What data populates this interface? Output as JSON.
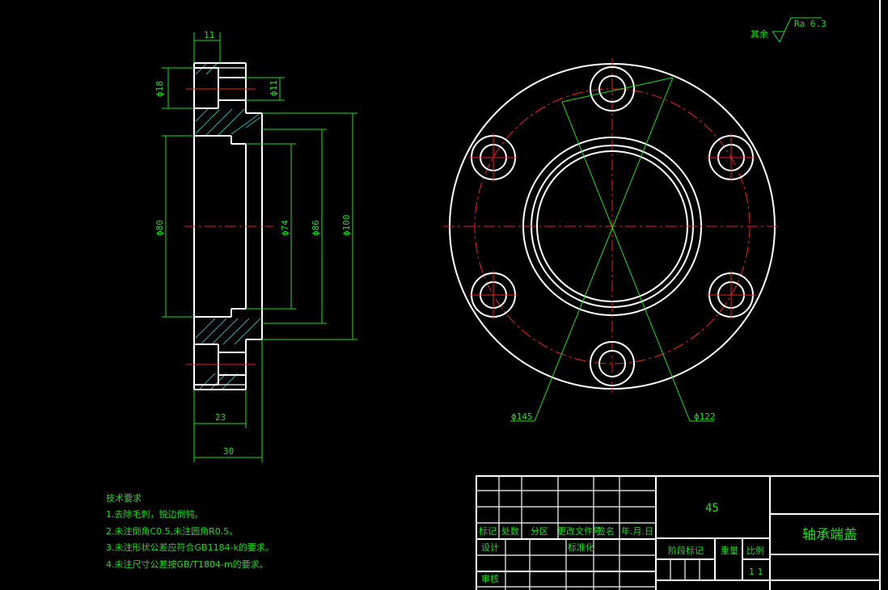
{
  "roughness": {
    "label": "其余",
    "value": "Ra 6.3"
  },
  "section_view_dims": {
    "top_width": "11",
    "hole_dia": "ϕ18",
    "bolt_dia": "ϕ11",
    "bore_dia": "ϕ80",
    "inner_dia": "ϕ74",
    "spigot_dia": "ϕ86",
    "outer_step_dia": "ϕ100",
    "len_23": "23",
    "len_30": "30"
  },
  "front_view_dims": {
    "outer_dia": "ϕ145",
    "pcd_dia": "ϕ122"
  },
  "technical_requirements": {
    "title": "技术要求",
    "items": [
      "1.去除毛刺，锐边倒钝。",
      "2.未注倒角C0.5,未注圆角R0.5。",
      "3.未注形状公差应符合GB1184-k的要求。",
      "4.未注尺寸公差按GB/T1804-m的要求。"
    ]
  },
  "title_block": {
    "material": "45",
    "part_name": "轴承端盖",
    "headers": [
      "标记",
      "处数",
      "分区",
      "更改文件号",
      "签名",
      "年.月.日"
    ],
    "design": "设计",
    "standardization": "标准化",
    "review": "审核",
    "stage_mark": "阶段标记",
    "weight": "重量",
    "scale": "比例",
    "scale_value": "1 1"
  },
  "colors": {
    "background": "#000000",
    "outline": "#ffffff",
    "dimension": "#22dd22",
    "centerline": "#ee2222",
    "hatch": "#1fbfbf"
  }
}
